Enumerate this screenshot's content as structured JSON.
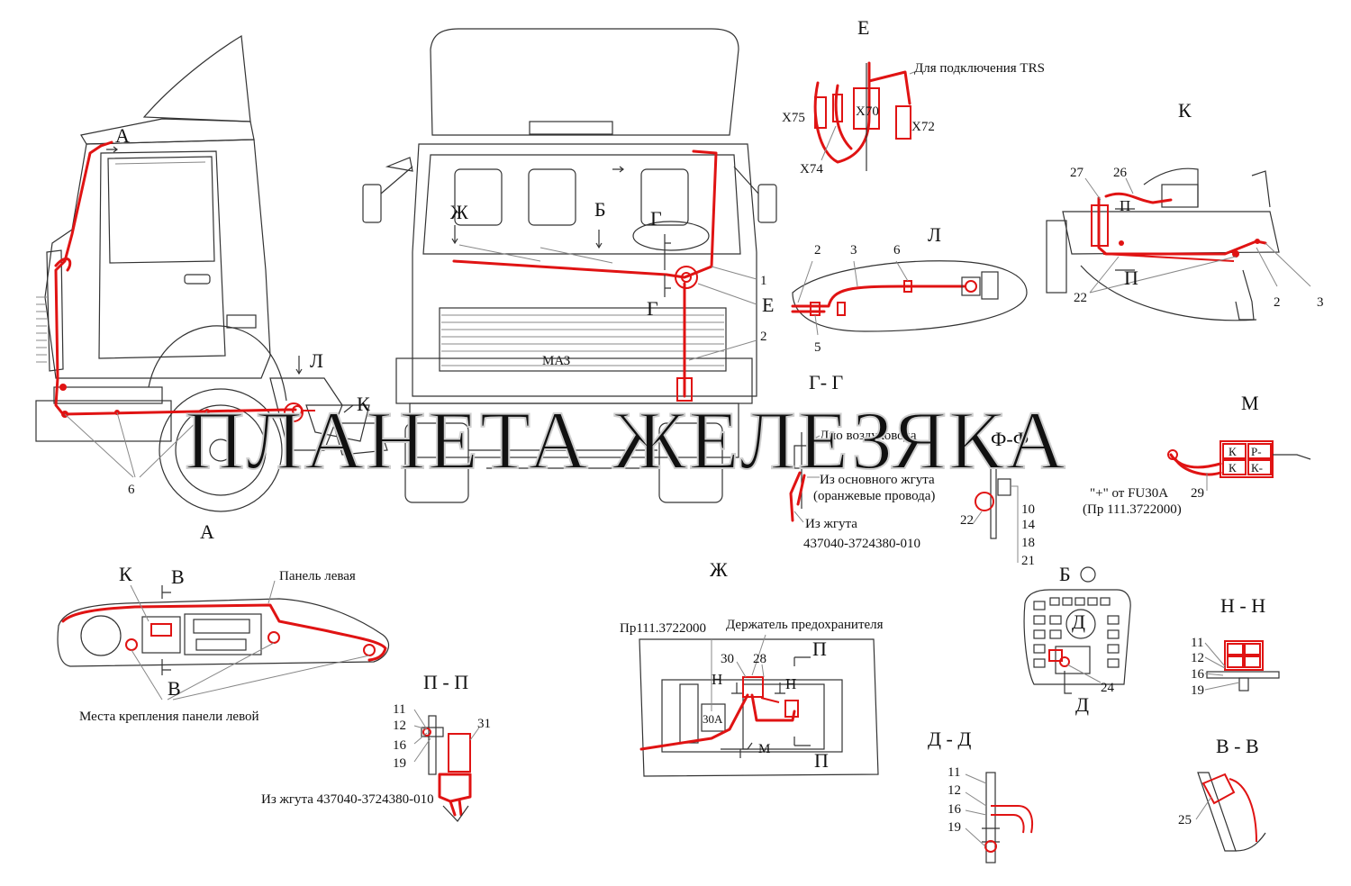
{
  "views": {
    "A": "А",
    "E": "Е",
    "K": "К",
    "L": "Л",
    "GG": "Г- Г",
    "FF": "Ф-Ф",
    "M": "М",
    "A2": "А",
    "PP": "П - П",
    "ZH": "Ж",
    "BO": "Б",
    "HH": "Н - Н",
    "DD": "Д - Д",
    "VV": "В - В"
  },
  "cab_left": {
    "letter_A": "А",
    "letter_L": "Л",
    "letter_K": "К",
    "num_6": "6"
  },
  "cab_front": {
    "zh": "Ж",
    "b": "Б",
    "g_top": "Г",
    "g_bottom": "Г",
    "e": "Е",
    "num_1": "1",
    "num_2": "2",
    "brand": "МАЗ"
  },
  "detail_E": {
    "note": "Для подключения TRS",
    "x75": "X75",
    "x70": "X70",
    "x72": "X72",
    "x74": "X74"
  },
  "detail_K": {
    "n27": "27",
    "n26": "26",
    "p_top": "П",
    "p_bottom": "П",
    "n22": "22",
    "n2": "2",
    "n3": "3"
  },
  "detail_L": {
    "n2": "2",
    "n3": "3",
    "n6": "6",
    "n5": "5"
  },
  "detail_GG": {
    "note1": "Днo воздуховода",
    "note2a": "Из основного жгута",
    "note2b": "(оранжевые провода)",
    "note3a": "Из жгута",
    "note3b": "437040-3724380-010"
  },
  "detail_FF": {
    "n22": "22",
    "n10": "10",
    "n14": "14",
    "n18": "18",
    "n21": "21"
  },
  "detail_M": {
    "note1": "\"+\" от FU30A",
    "note2": "(Пр 111.3722000)",
    "n29": "29",
    "relay_labels": [
      "К",
      "Р-",
      "К",
      "К-"
    ]
  },
  "detail_A": {
    "k": "К",
    "b_top": "В",
    "b_bottom": "В",
    "panel": "Панель левая",
    "mount": "Места крепления панели левой"
  },
  "detail_PP": {
    "n11": "11",
    "n12": "12",
    "n16": "16",
    "n19": "19",
    "n31": "31",
    "note": "Из жгута 437040-3724380-010"
  },
  "detail_ZH": {
    "pr": "Пр111.3722000",
    "holder": "Держатель предохранителя",
    "n30": "30",
    "n28": "28",
    "h_left": "Н",
    "h_right": "Н",
    "p_top": "П",
    "p_bottom": "П",
    "fuse": "30А",
    "m": "М"
  },
  "detail_BO": {
    "d_top": "Д",
    "d_bottom": "Д",
    "n24": "24"
  },
  "detail_HH": {
    "n11": "11",
    "n12": "12",
    "n16": "16",
    "n19": "19"
  },
  "detail_DD": {
    "n11": "11",
    "n12": "12",
    "n16": "16",
    "n19": "19"
  },
  "detail_VV": {
    "n25": "25"
  },
  "watermark": "ПЛАНЕТА ЖЕЛЕЗЯКА",
  "colors": {
    "wire": "#e01313",
    "line": "#333333"
  }
}
